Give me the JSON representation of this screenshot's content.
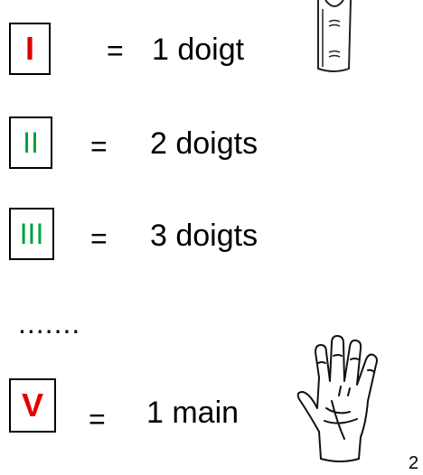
{
  "rows": [
    {
      "numeral": "I",
      "numeral_color": "#e00000",
      "equals": "=",
      "text": "1 doigt"
    },
    {
      "numeral": "II",
      "numeral_color": "#00a040",
      "equals": "=",
      "text": "2 doigts"
    },
    {
      "numeral": "III",
      "numeral_color": "#00a040",
      "equals": "=",
      "text": "3 doigts"
    },
    {
      "numeral": "V",
      "numeral_color": "#e00000",
      "equals": "=",
      "text": "1 main"
    }
  ],
  "ellipsis": ".......",
  "page_number": "2",
  "icons": {
    "row1": "finger-icon",
    "row4": "hand-icon"
  }
}
